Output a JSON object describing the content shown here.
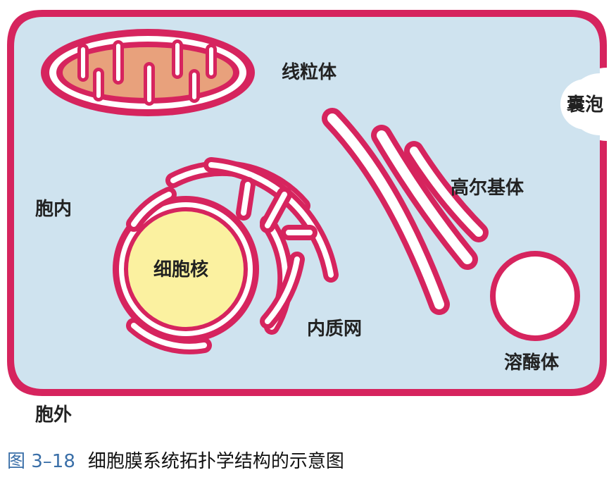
{
  "labels": {
    "mitochondrion": "线粒体",
    "vesicle": "囊泡",
    "golgi": "高尔基体",
    "cytoplasm": "胞内",
    "nucleus": "细胞核",
    "er": "内质网",
    "lysosome": "溶酶体",
    "extracellular": "胞外"
  },
  "caption": {
    "figure_number": "图 3–18",
    "title": "细胞膜系统拓扑学结构的示意图"
  },
  "colors": {
    "membrane": "#d6245e",
    "cytoplasm_fill": "#cfe3ef",
    "lumen_fill": "#ffffff",
    "matrix_fill": "#e8a17c",
    "nucleus_fill": "#fbf1a0"
  }
}
